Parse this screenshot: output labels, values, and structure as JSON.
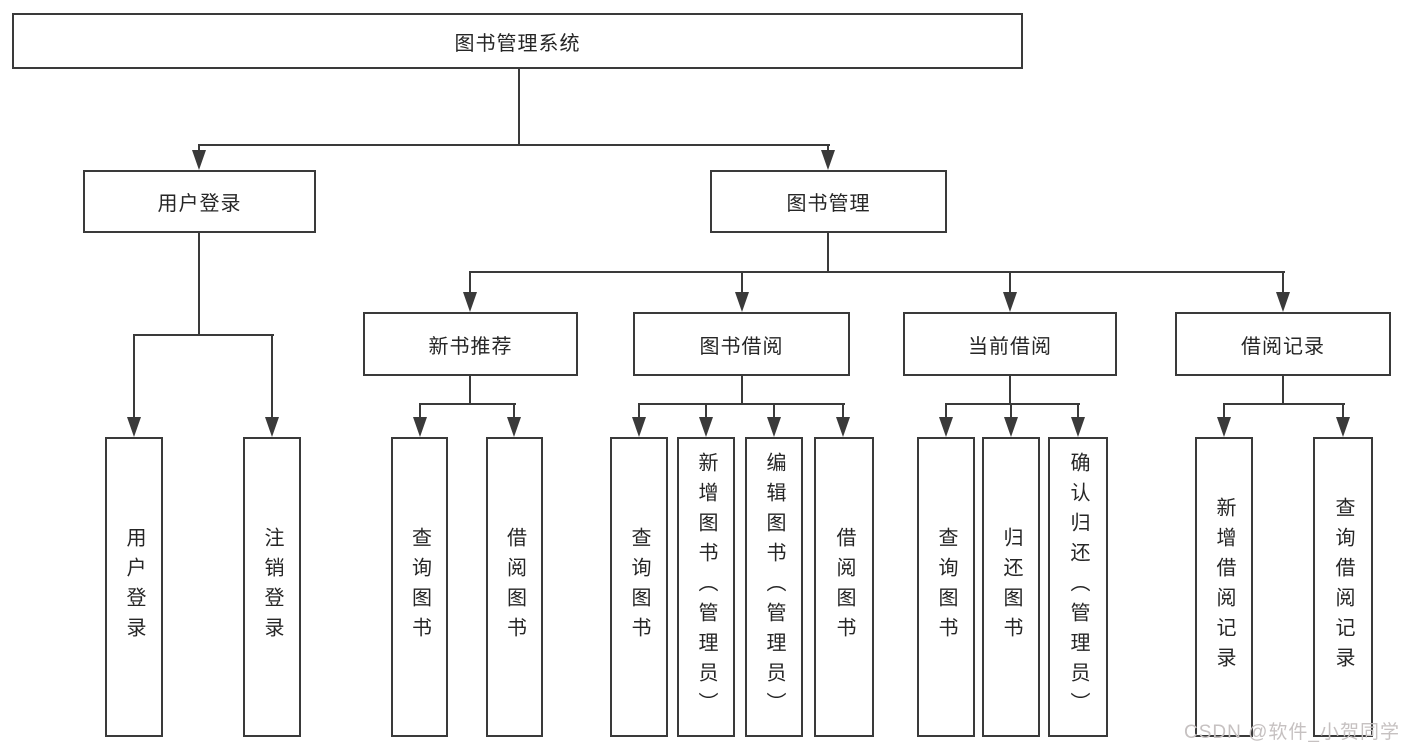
{
  "tree": {
    "root": {
      "label": "图书管理系统"
    },
    "user_login": {
      "label": "用户登录",
      "children": [
        "用户登录",
        "注销登录"
      ]
    },
    "book_mgmt": {
      "label": "图书管理"
    },
    "new_books": {
      "label": "新书推荐",
      "children": [
        "查询图书",
        "借阅图书"
      ]
    },
    "book_borrow": {
      "label": "图书借阅",
      "children": [
        "查询图书",
        "新增图书（管理员）",
        "编辑图书（管理员）",
        "借阅图书"
      ]
    },
    "current_borrow": {
      "label": "当前借阅",
      "children": [
        "查询图书",
        "归还图书",
        "确认归还（管理员）"
      ]
    },
    "borrow_records": {
      "label": "借阅记录",
      "children": [
        "新增借阅记录",
        "查询借阅记录"
      ]
    }
  },
  "watermark": {
    "text": "CSDN @软件_小贺同学"
  },
  "colors": {
    "line": "#3a3a3a",
    "text": "#262626",
    "watermark": "#c6c1c1",
    "background": "#ffffff"
  }
}
